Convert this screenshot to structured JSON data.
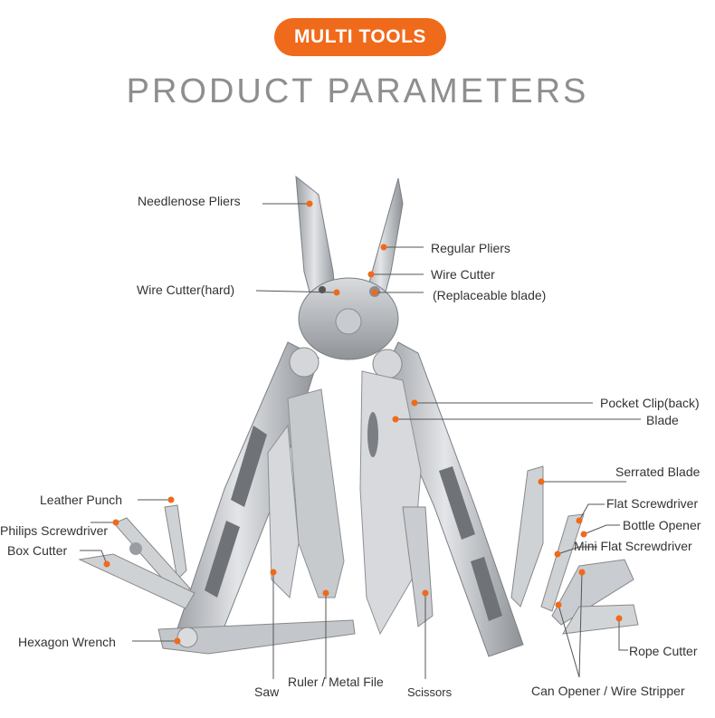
{
  "header": {
    "badge": "MULTI TOOLS",
    "title": "PRODUCT PARAMETERS"
  },
  "colors": {
    "accent": "#ef6a1b",
    "title_gray": "#8e8e8e",
    "steel": "#b9bcc0",
    "steel_dark": "#7f8388",
    "line": "#555555"
  },
  "labels": {
    "needlenose_pliers": "Needlenose Pliers",
    "regular_pliers": "Regular Pliers",
    "wire_cutter": "Wire Cutter",
    "replaceable_blade": "(Replaceable blade)",
    "wire_cutter_hard": "Wire Cutter(hard)",
    "pocket_clip": "Pocket Clip(back)",
    "blade": "Blade",
    "serrated_blade": "Serrated Blade",
    "flat_screwdriver": "Flat Screwdriver",
    "bottle_opener": "Bottle Opener",
    "mini_flat_screwdriver": "Mini Flat Screwdriver",
    "leather_punch": "Leather Punch",
    "philips_screwdriver": "Philips Screwdriver",
    "box_cutter": "Box Cutter",
    "hexagon_wrench": "Hexagon Wrench",
    "saw": "Saw",
    "ruler_metal_file": "Ruler / Metal File",
    "scissors": "Scissors",
    "can_opener_wire_stripper": "Can Opener / Wire Stripper",
    "rope_cutter": "Rope Cutter"
  }
}
